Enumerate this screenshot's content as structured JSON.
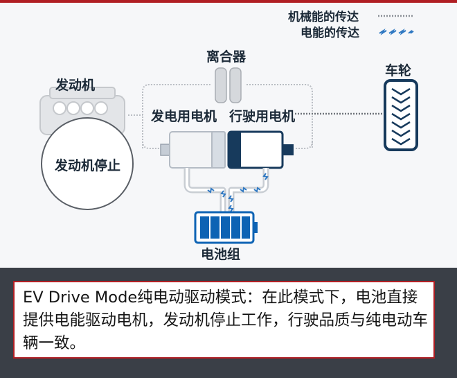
{
  "legend": {
    "mechanical": "机械能的传达",
    "electrical": "电能的传达"
  },
  "labels": {
    "clutch": "离合器",
    "wheel": "车轮",
    "engine": "发动机",
    "engine_stopped": "发动机停止",
    "generator": "发电用电机",
    "drive_motor": "行驶用电机",
    "battery": "电池组"
  },
  "caption": "EV Drive Mode纯电动驱动模式：在此模式下，电池直接提供电能驱动电机，发动机停止工作，行驶品质与纯电动车辆一致。",
  "colors": {
    "accent_red": "#b01e23",
    "navy": "#173a5c",
    "battery_blue": "#0d63b4",
    "electric_blue": "#2f78c2",
    "footer_bg": "#3a3f47"
  }
}
